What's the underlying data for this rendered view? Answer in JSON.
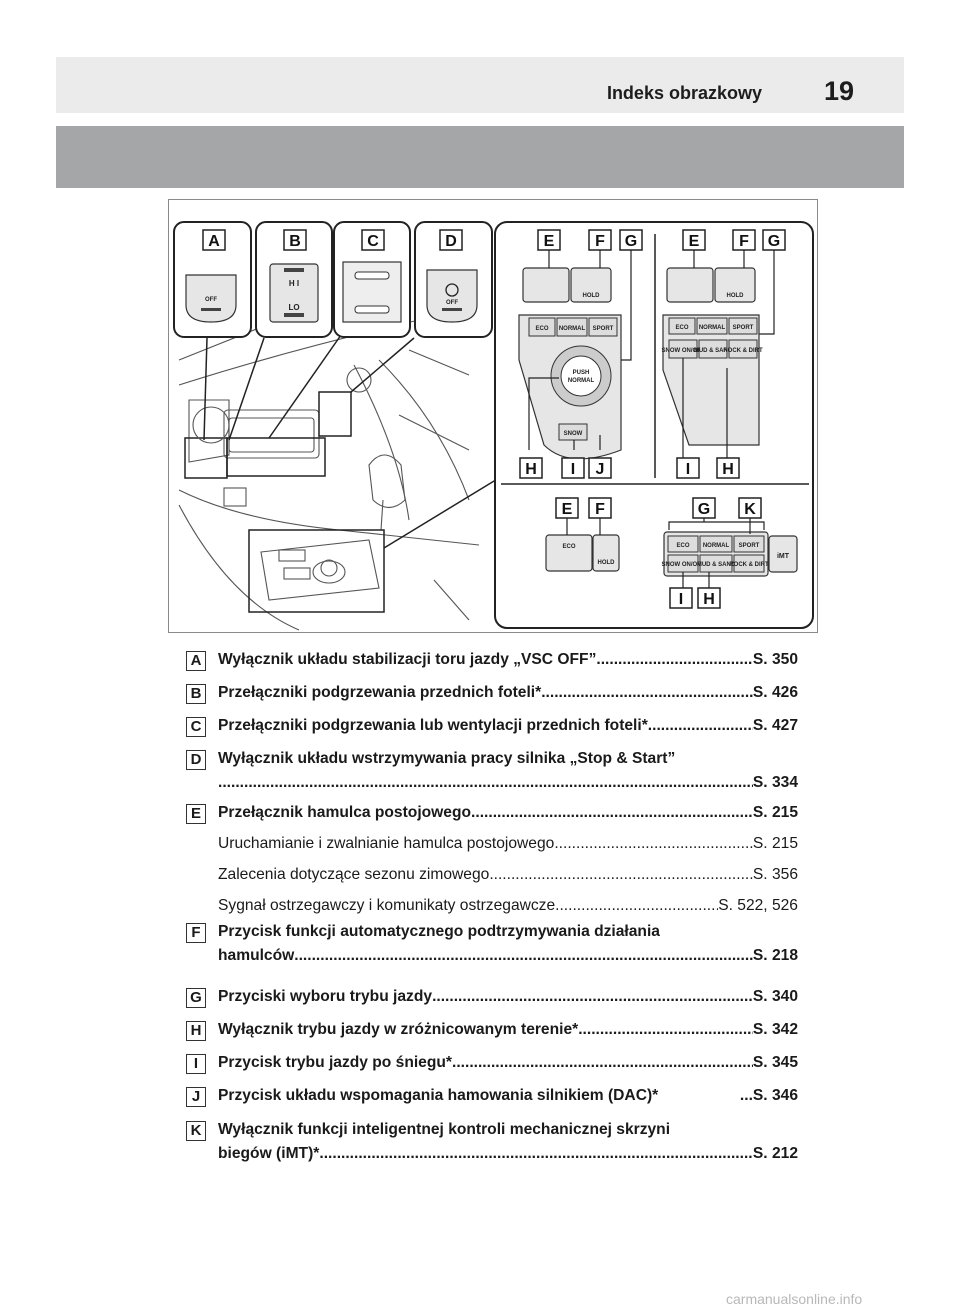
{
  "header": {
    "title": "Indeks obrazkowy",
    "page_number": "19"
  },
  "figure": {
    "callouts_top": [
      "A",
      "B",
      "C",
      "D"
    ],
    "panel1": {
      "top": [
        "E",
        "F",
        "G"
      ],
      "bottom": [
        "H",
        "I",
        "J"
      ]
    },
    "panel2": {
      "top": [
        "E",
        "F",
        "G"
      ],
      "bottom": [
        "I",
        "H"
      ]
    },
    "panel3": {
      "top": [
        "E",
        "F"
      ]
    },
    "panel4": {
      "top": [
        "G",
        "K"
      ],
      "bottom": [
        "I",
        "H"
      ]
    },
    "switch_labels": {
      "off": "OFF",
      "hi": "H I",
      "lo": "LO",
      "hold": "HOLD",
      "eco": "ECO",
      "normal": "NORMAL",
      "sport": "SPORT",
      "snow": "SNOW",
      "snow_onoff": "SNOW ON/OFF",
      "mud_sand": "MUD & SAND",
      "rock_dirt": "ROCK & DIRT",
      "push": "PUSH",
      "push_normal": "NORMAL",
      "imt": "iMT"
    }
  },
  "entries": [
    {
      "letter": "A",
      "lines": [
        {
          "text": "Wyłącznik układu stabilizacji toru jazdy „VSC OFF”",
          "page": "S. 350",
          "bold": true
        }
      ]
    },
    {
      "letter": "B",
      "lines": [
        {
          "text": "Przełączniki podgrzewania przednich foteli*",
          "page": "S. 426",
          "bold": true
        }
      ]
    },
    {
      "letter": "C",
      "lines": [
        {
          "text": "Przełączniki podgrzewania lub wentylacji przednich foteli*",
          "page": "S. 427",
          "bold": true
        }
      ]
    },
    {
      "letter": "D",
      "lines": [
        {
          "text": "Wyłącznik układu wstrzymywania pracy silnika „Stop & Start”",
          "page": "",
          "bold": true,
          "nodots": true
        },
        {
          "text": "",
          "page": "S. 334",
          "bold": true
        }
      ]
    },
    {
      "letter": "E",
      "lines": [
        {
          "text": "Przełącznik hamulca postojowego",
          "page": "S. 215",
          "bold": true
        },
        {
          "text": "Uruchamianie i zwalnianie hamulca postojowego",
          "page": "S. 215",
          "bold": false
        },
        {
          "text": "Zalecenia dotyczące sezonu zimowego",
          "page": "S. 356",
          "bold": false
        },
        {
          "text": "Sygnał ostrzegawczy i komunikaty ostrzegawcze",
          "page": " S. 522, 526",
          "bold": false
        }
      ]
    },
    {
      "letter": "F",
      "lines": [
        {
          "text": "Przycisk funkcji automatycznego podtrzymywania działania",
          "page": "",
          "bold": true,
          "nodots": true
        },
        {
          "text": "hamulców",
          "page": "S. 218",
          "bold": true
        }
      ]
    },
    {
      "letter": "G",
      "lines": [
        {
          "text": "Przyciski wyboru trybu jazdy",
          "page": "S. 340",
          "bold": true
        }
      ]
    },
    {
      "letter": "H",
      "lines": [
        {
          "text": "Wyłącznik trybu jazdy w zróżnicowanym terenie*",
          "page": "S. 342",
          "bold": true
        }
      ]
    },
    {
      "letter": "I",
      "lines": [
        {
          "text": "Przycisk trybu jazdy po śniegu*",
          "page": "S. 345",
          "bold": true
        }
      ]
    },
    {
      "letter": "J",
      "lines": [
        {
          "text": "Przycisk układu wspomagania hamowania silnikiem (DAC)*",
          "page": "...S. 346",
          "bold": true,
          "nodots": true
        }
      ]
    },
    {
      "letter": "K",
      "lines": [
        {
          "text": "Wyłącznik funkcji inteligentnej kontroli mechanicznej skrzyni",
          "page": "",
          "bold": true,
          "nodots": true
        },
        {
          "text": "biegów (iMT)*",
          "page": "S. 212",
          "bold": true
        }
      ]
    }
  ],
  "watermark": "carmanualsonline.info"
}
